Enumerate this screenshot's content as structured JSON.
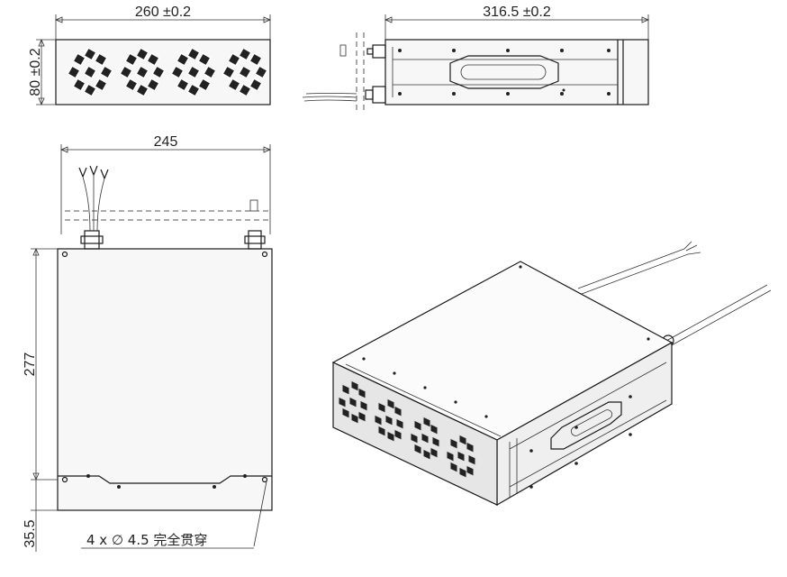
{
  "dimensions": {
    "front_width": "260 ±0.2",
    "front_height": "80 ±0.2",
    "side_length": "316.5 ±0.2",
    "top_wire_span": "245",
    "plan_height": "277",
    "plan_margin": "35.5"
  },
  "callout": {
    "hole_note": "4 x ∅ 4.5 完全贯穿"
  },
  "colors": {
    "line": "#1a1a1a",
    "fin": "#222222"
  }
}
